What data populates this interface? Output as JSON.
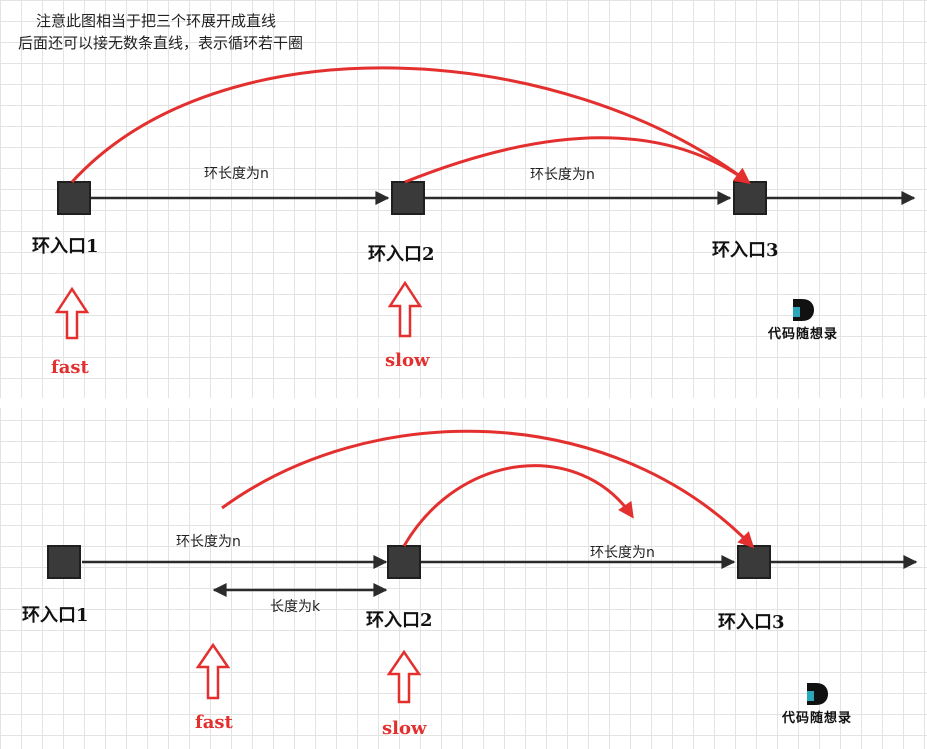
{
  "note": {
    "line1": "注意此图相当于把三个环展开成直线",
    "line2": "后面还可以接无数条直线，表示循环若干圈"
  },
  "top": {
    "entry1": "环入口1",
    "entry2": "环入口2",
    "entry3": "环入口3",
    "len1": "环长度为n",
    "len2": "环长度为n",
    "fast": "fast",
    "slow": "slow",
    "logo": "代码随想录"
  },
  "bottom": {
    "entry1": "环入口1",
    "entry2": "环入口2",
    "entry3": "环入口3",
    "len1": "环长度为n",
    "len2": "环长度为n",
    "k_label": "长度为k",
    "fast": "fast",
    "slow": "slow",
    "logo": "代码随想录"
  },
  "colors": {
    "red": "#e3302f",
    "node": "#3a3a3a",
    "line": "#2b2b2b",
    "logo_accent": "#2aa7b8"
  }
}
